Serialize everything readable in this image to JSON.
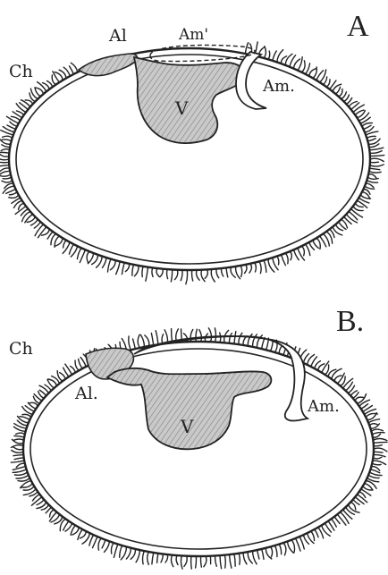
{
  "panels": [
    {
      "panel_label": "A",
      "labels": {
        "chorion": "Ch",
        "allantois": "Al",
        "amnion_fold": "Am'",
        "amnion": "Am.",
        "yolk_sac": "V"
      }
    },
    {
      "panel_label": "B.",
      "labels": {
        "chorion": "Ch",
        "allantois": "Al.",
        "amnion": "Am.",
        "yolk_sac": "V"
      }
    }
  ],
  "colors": {
    "ink": "#222222",
    "stipple": "#8a8a8a",
    "background": "#ffffff"
  }
}
